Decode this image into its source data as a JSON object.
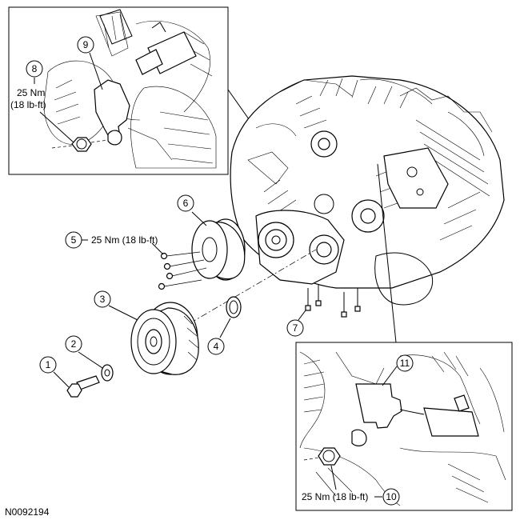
{
  "figure_id": "N0092194",
  "callouts": {
    "c1": "1",
    "c2": "2",
    "c3": "3",
    "c4": "4",
    "c5": "5",
    "c6": "6",
    "c7": "7",
    "c8": "8",
    "c9": "9",
    "c10": "10",
    "c11": "11"
  },
  "torque": {
    "item5": "25 Nm (18 lb-ft)",
    "item8_nm": "25 Nm",
    "item8_lbft": "(18 lb-ft)",
    "item10": "25 Nm (18 lb-ft)"
  }
}
